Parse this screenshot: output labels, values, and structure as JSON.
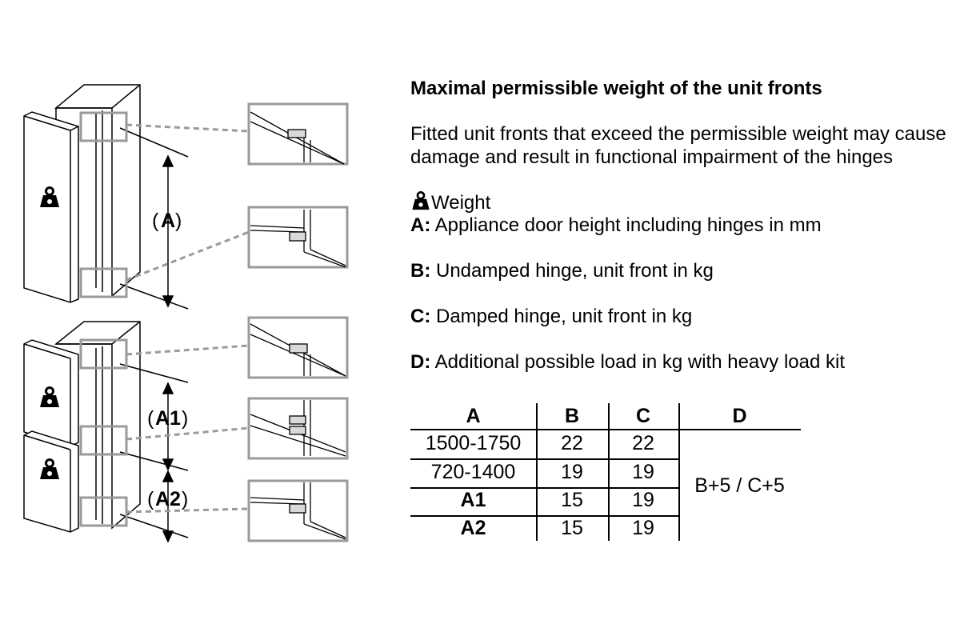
{
  "diagram": {
    "dim_open": "(",
    "dim_close": ")",
    "dim_a": "A",
    "dim_a1": "A1",
    "dim_a2": "A2"
  },
  "info": {
    "heading": "Maximal permissible weight of the unit fronts",
    "description": "Fitted unit fronts that exceed the permissible weight may cause damage and result in functional impairment of the hinges",
    "weight_icon": "weight-icon",
    "weight_label": "Weight",
    "legend": [
      {
        "key": "A:",
        "text": "Appliance door height including hinges in mm"
      },
      {
        "key": "B:",
        "text": "Undamped hinge, unit front in kg"
      },
      {
        "key": "C:",
        "text": "Damped hinge, unit front in kg"
      },
      {
        "key": "D:",
        "text": "Additional possible load in kg with heavy load kit"
      }
    ]
  },
  "table": {
    "headers": [
      "A",
      "B",
      "C",
      "D"
    ],
    "rows": [
      {
        "a": "1500-1750",
        "b": "22",
        "c": "22"
      },
      {
        "a": "720-1400",
        "b": "19",
        "c": "19"
      },
      {
        "a": "A1",
        "b": "15",
        "c": "19"
      },
      {
        "a": "A2",
        "b": "15",
        "c": "19"
      }
    ],
    "d_value": "B+5 / C+5"
  },
  "colors": {
    "line": "#000000",
    "detail_frame": "#9a9a9a",
    "hinge_block": "#d9d9d9"
  }
}
